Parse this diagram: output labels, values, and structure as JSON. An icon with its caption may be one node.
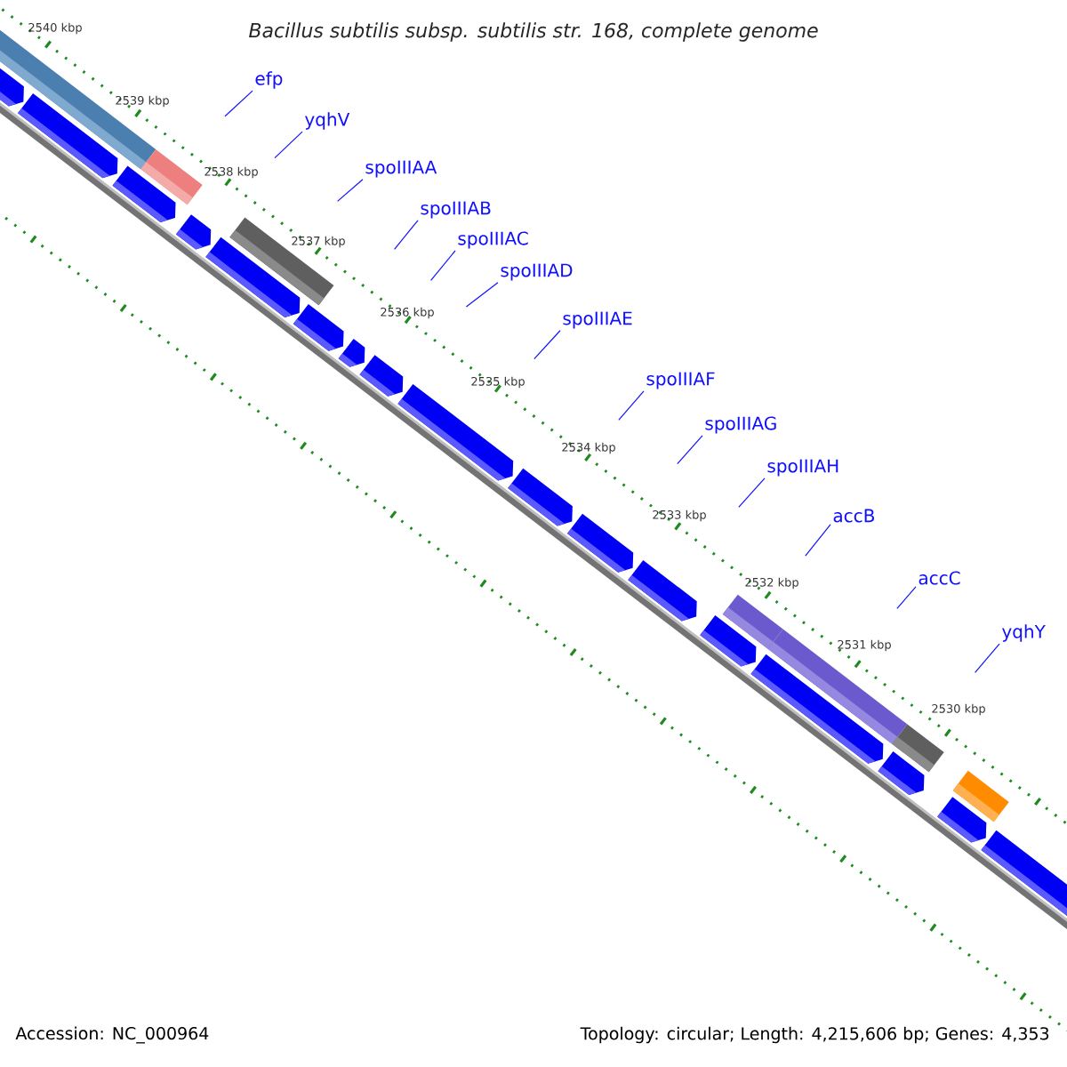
{
  "diagram": {
    "title": "Bacillus subtilis subsp. subtilis str. 168, complete genome",
    "nodes": [
      {
        "text": [
          "efp"
        ]
      },
      {
        "text": [
          "yqhV"
        ]
      },
      {
        "text": [
          "spoIIIAA"
        ]
      },
      {
        "text": [
          "spoIIIAB"
        ]
      },
      {
        "text": [
          "spoIIIAC"
        ]
      },
      {
        "text": [
          "spoIIIAD"
        ]
      },
      {
        "text": [
          "spoIIIAE"
        ]
      },
      {
        "text": [
          "spoIIIAF"
        ]
      },
      {
        "text": [
          "spoIIIAG"
        ]
      },
      {
        "text": [
          "spoIIIAH"
        ]
      },
      {
        "text": [
          "accB"
        ]
      },
      {
        "text": [
          "accC"
        ]
      },
      {
        "text": [
          "yqhY"
        ]
      }
    ],
    "edges": [
      {
        "from": 0,
        "to": null,
        "arrow": "none"
      },
      {
        "from": 1,
        "to": null,
        "arrow": "none"
      },
      {
        "from": 2,
        "to": null,
        "arrow": "none"
      },
      {
        "from": 3,
        "to": null,
        "arrow": "none"
      },
      {
        "from": 4,
        "to": null,
        "arrow": "none"
      },
      {
        "from": 5,
        "to": null,
        "arrow": "none"
      },
      {
        "from": 6,
        "to": null,
        "arrow": "none"
      },
      {
        "from": 7,
        "to": null,
        "arrow": "none"
      },
      {
        "from": 8,
        "to": null,
        "arrow": "none"
      },
      {
        "from": 9,
        "to": null,
        "arrow": "none"
      },
      {
        "from": 10,
        "to": null,
        "arrow": "none"
      },
      {
        "from": 11,
        "to": null,
        "arrow": "none"
      },
      {
        "from": 12,
        "to": null,
        "arrow": "none"
      }
    ],
    "labels": [
      "2540 kbp",
      "2539 kbp",
      "2538 kbp",
      "2537 kbp",
      "2536 kbp",
      "2535 kbp",
      "2534 kbp",
      "2533 kbp",
      "2532 kbp",
      "2531 kbp",
      "2530 kbp",
      "Accession: NC_000964",
      "Topology: circular; Length: 4,215,606 bp; Genes: 4,353"
    ]
  }
}
